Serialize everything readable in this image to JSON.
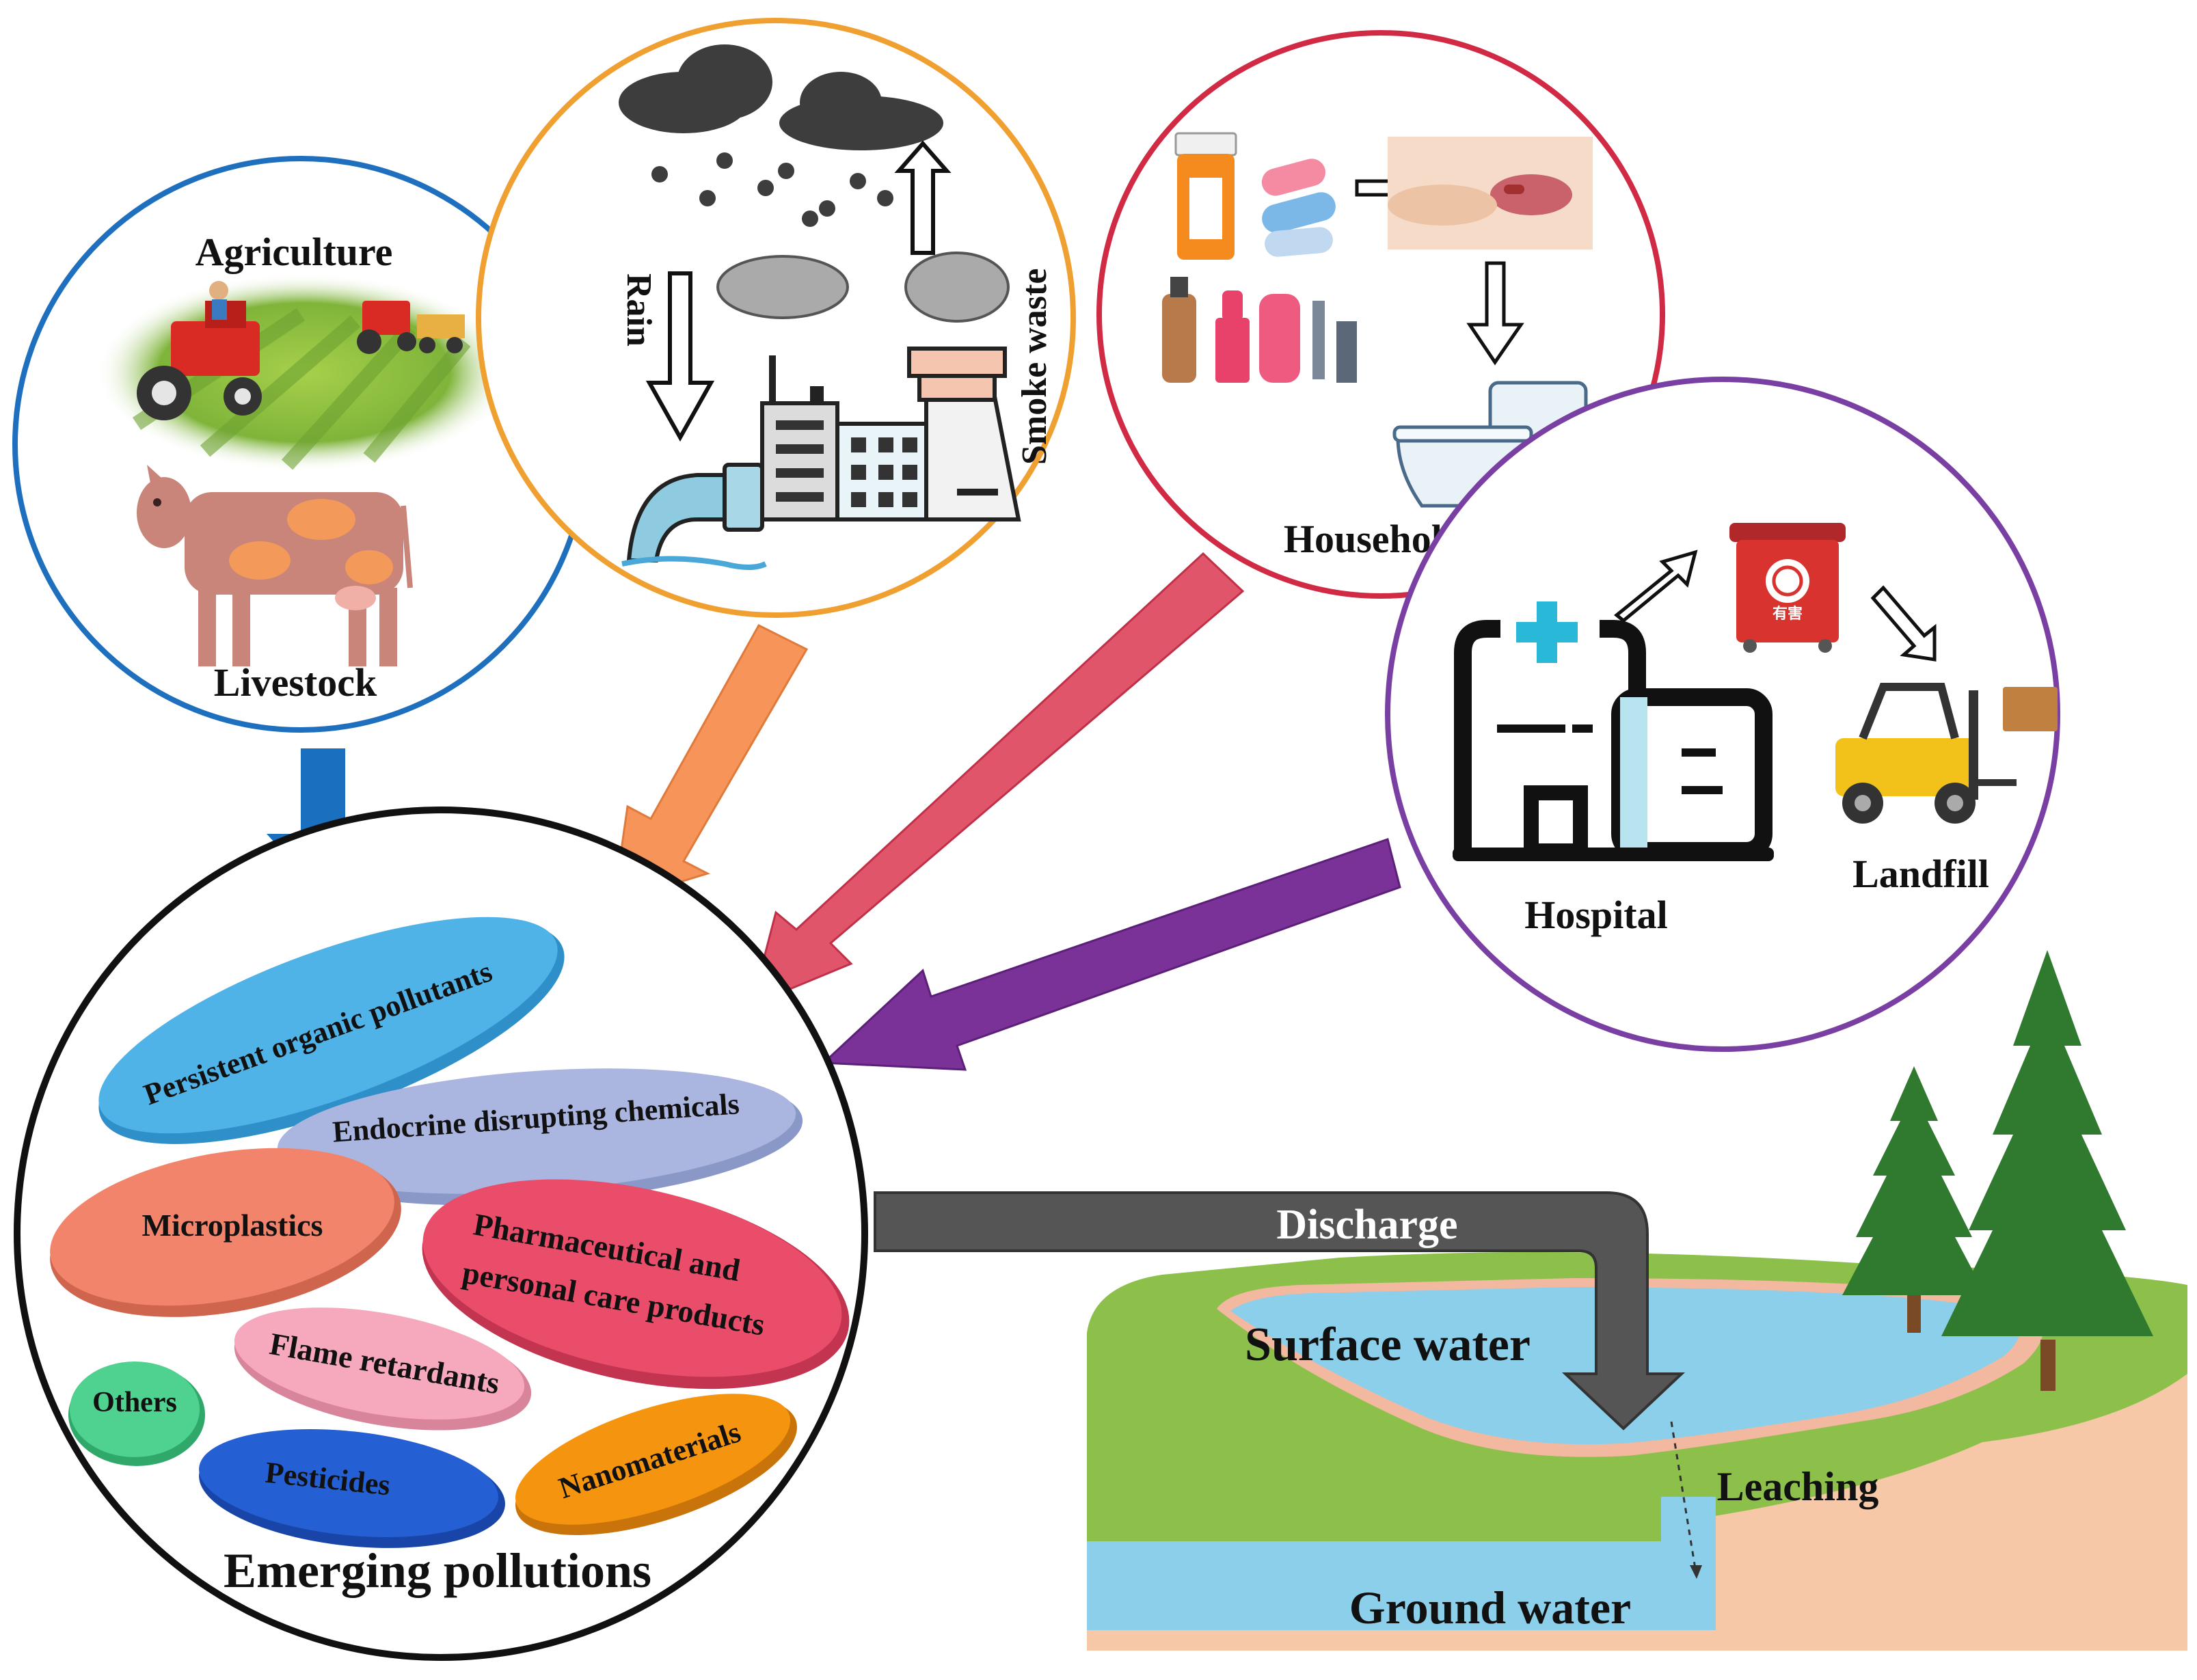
{
  "sources": {
    "agriculture": {
      "title": "Agriculture",
      "subtitle": "Livestock",
      "ring_color": "#1f6fbf"
    },
    "industry": {
      "rain_label": "Rain",
      "smoke_label": "Smoke waste",
      "ring_color": "#f0a030"
    },
    "household": {
      "title": "Household",
      "ring_color": "#d02a45"
    },
    "hospital": {
      "title": "Hospital",
      "landfill_label": "Landfill",
      "bin_text": "有害",
      "ring_color": "#7a3fa3"
    }
  },
  "flow_arrows": [
    {
      "from": "agriculture",
      "color": "#1a6fbf",
      "icon": "down-arrow"
    },
    {
      "from": "industry",
      "color": "#f7945a",
      "icon": "diagonal-arrow"
    },
    {
      "from": "household",
      "color": "#e1556a",
      "icon": "diagonal-arrow"
    },
    {
      "from": "hospital",
      "color": "#7a3299",
      "icon": "diagonal-arrow"
    }
  ],
  "emerging": {
    "title": "Emerging pollutions",
    "categories": [
      {
        "label": "Persistent organic pollutants",
        "color": "#4fb3e8"
      },
      {
        "label": "Endocrine disrupting chemicals",
        "color": "#aab6e0"
      },
      {
        "label": "Microplastics",
        "color": "#f2846b"
      },
      {
        "label": "Pharmaceutical and personal care products",
        "line1": "Pharmaceutical and",
        "line2": "personal care products",
        "color": "#ea4d6a"
      },
      {
        "label": "Flame retardants",
        "color": "#f6a8bd"
      },
      {
        "label": "Others",
        "color": "#4fd18f"
      },
      {
        "label": "Pesticides",
        "color": "#2460d4"
      },
      {
        "label": "Nanomaterials",
        "color": "#f5950f"
      }
    ]
  },
  "water": {
    "discharge_label": "Discharge",
    "surface_label": "Surface water",
    "leaching_label": "Leaching",
    "ground_label": "Ground water"
  }
}
